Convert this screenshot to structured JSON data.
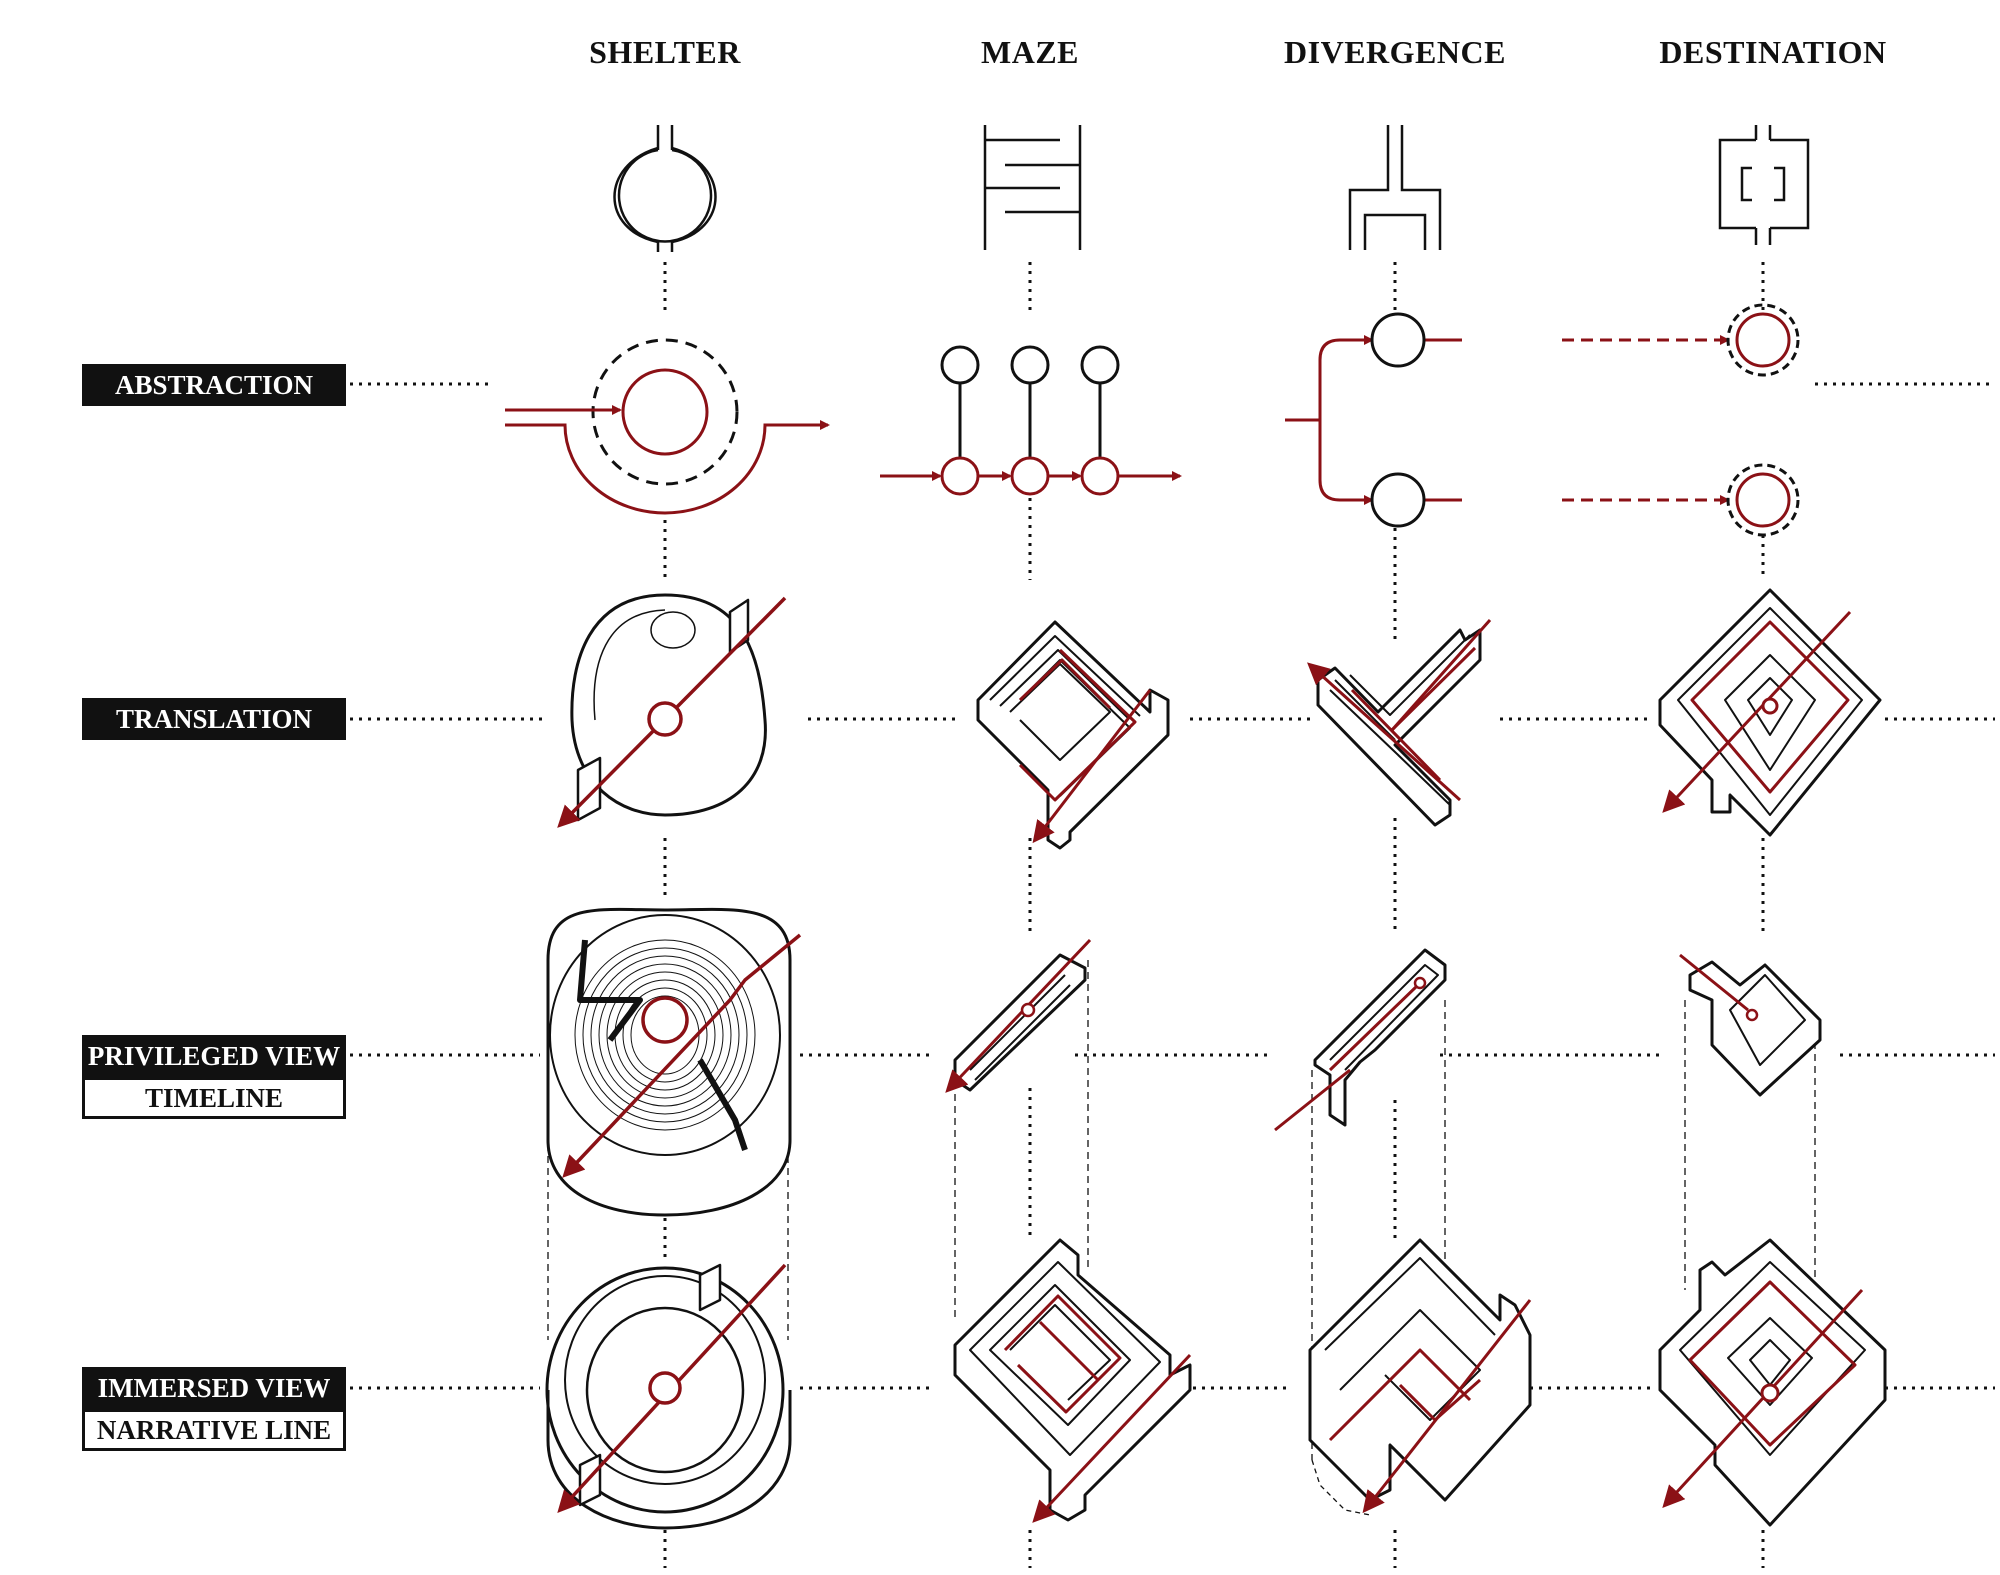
{
  "columns": {
    "shelter": "SHELTER",
    "maze": "MAZE",
    "divergence": "DIVERGENCE",
    "destination": "DESTINATION"
  },
  "rows": {
    "abstraction": "ABSTRACTION",
    "translation": "TRANSLATION",
    "privileged_view": "PRIVILEGED VIEW",
    "timeline": "TIMELINE",
    "immersed_view": "IMMERSED VIEW",
    "narrative_line": "NARRATIVE LINE"
  },
  "colors": {
    "ink": "#111111",
    "accent": "#8b1116",
    "background": "#ffffff"
  }
}
